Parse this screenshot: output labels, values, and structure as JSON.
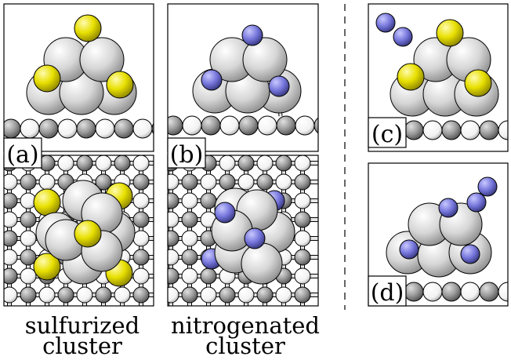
{
  "panels": {
    "a": {
      "label": "(a)"
    },
    "b": {
      "label": "(b)"
    },
    "c": {
      "label": "(c)"
    },
    "d": {
      "label": "(d)"
    }
  },
  "captions": {
    "left_line1": "sulfurized",
    "left_line2": "cluster",
    "right_line1": "nitrogenated",
    "right_line2": "cluster"
  },
  "colors": {
    "metal": "#d2d2d2",
    "sulfur": "#e8e000",
    "nitrogen": "#7070d8",
    "substrate_dark": "#8a8a8a",
    "substrate_light": "#f4f4f4",
    "frame": "#000000"
  }
}
